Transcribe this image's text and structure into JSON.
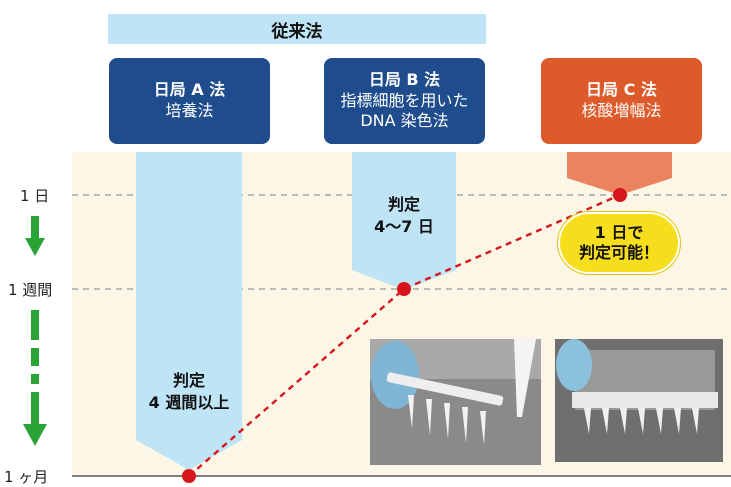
{
  "header": {
    "title": "従来法"
  },
  "methods": [
    {
      "name": "日局 A 法",
      "sub1": "培養法",
      "sub2": ""
    },
    {
      "name": "日局 B 法",
      "sub1": "指標細胞を用いた",
      "sub2": "DNA 染色法"
    },
    {
      "name": "日局 C 法",
      "sub1": "核酸増幅法",
      "sub2": ""
    }
  ],
  "axis": {
    "day": "1 日",
    "week": "1 週間",
    "month": "1 ヶ月"
  },
  "judgements": {
    "a_line1": "判定",
    "a_line2": "4 週間以上",
    "b_line1": "判定",
    "b_line2": "4〜7 日"
  },
  "badge": {
    "line1": "1 日で",
    "line2": "判定可能！"
  },
  "colors": {
    "blue_box": "#1e4c8c",
    "orange_box": "#dd5a2a",
    "light_blue": "#bfe4f6",
    "green_arrow": "#2aa336",
    "red_dot": "#d7161c",
    "badge_yellow": "#f7de1c"
  },
  "icons": {
    "downward_arrow": "green-down-arrow-icon"
  }
}
